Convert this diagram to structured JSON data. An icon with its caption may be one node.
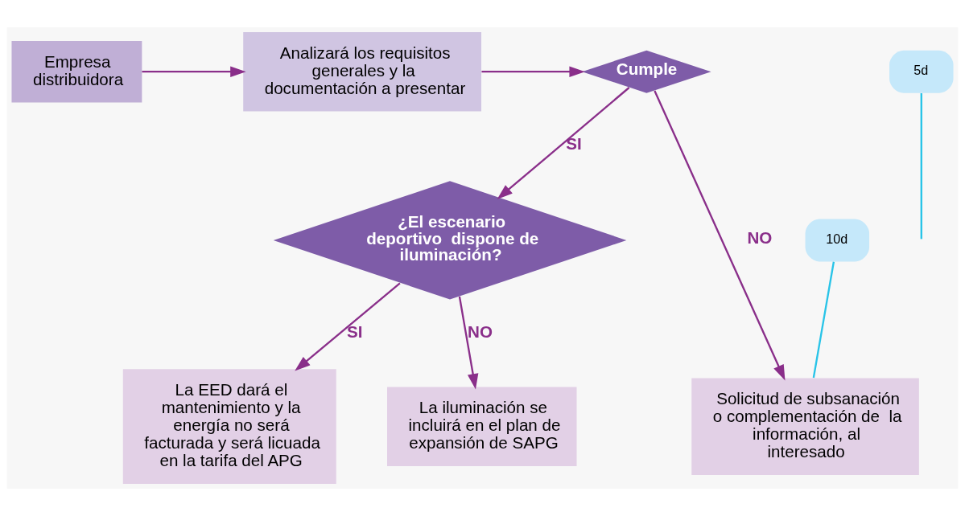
{
  "diagram": {
    "nodes": [
      {
        "text": [
          "Empresa distribuidora"
        ]
      },
      {
        "text": [
          "Analizará los requisitos generales y la documentación a presentar"
        ]
      },
      {
        "text": [
          "Cumple"
        ]
      },
      {
        "text": [
          "¿El escenario deportivo  dispone de iluminación?"
        ]
      },
      {
        "text": [
          "La EED dará el mantenimiento y la energía no será facturada y será licuada en la tarifa del APG"
        ]
      },
      {
        "text": [
          "La iluminación se incluirá en el plan de expansión de SAPG"
        ]
      },
      {
        "text": [
          "Solicitud de subsanación o complementación de  la información, al interesado"
        ]
      },
      {
        "text": [
          "5d"
        ]
      },
      {
        "text": [
          "10d"
        ]
      }
    ],
    "edges": [
      {
        "from": 0,
        "to": 1,
        "arrow": "to"
      },
      {
        "from": 1,
        "to": 2,
        "arrow": "to"
      },
      {
        "from": 2,
        "to": 3,
        "arrow": "to",
        "label": "SI"
      },
      {
        "from": 2,
        "to": 6,
        "arrow": "to",
        "label": "NO"
      },
      {
        "from": 3,
        "to": 4,
        "arrow": "to",
        "label": "SI"
      },
      {
        "from": 3,
        "to": 5,
        "arrow": "to",
        "label": "NO"
      },
      {
        "from": 7,
        "to": null,
        "arrow": "none",
        "color": "#29c4e8"
      },
      {
        "from": 8,
        "to": 6,
        "arrow": "none",
        "color": "#29c4e8"
      }
    ]
  }
}
